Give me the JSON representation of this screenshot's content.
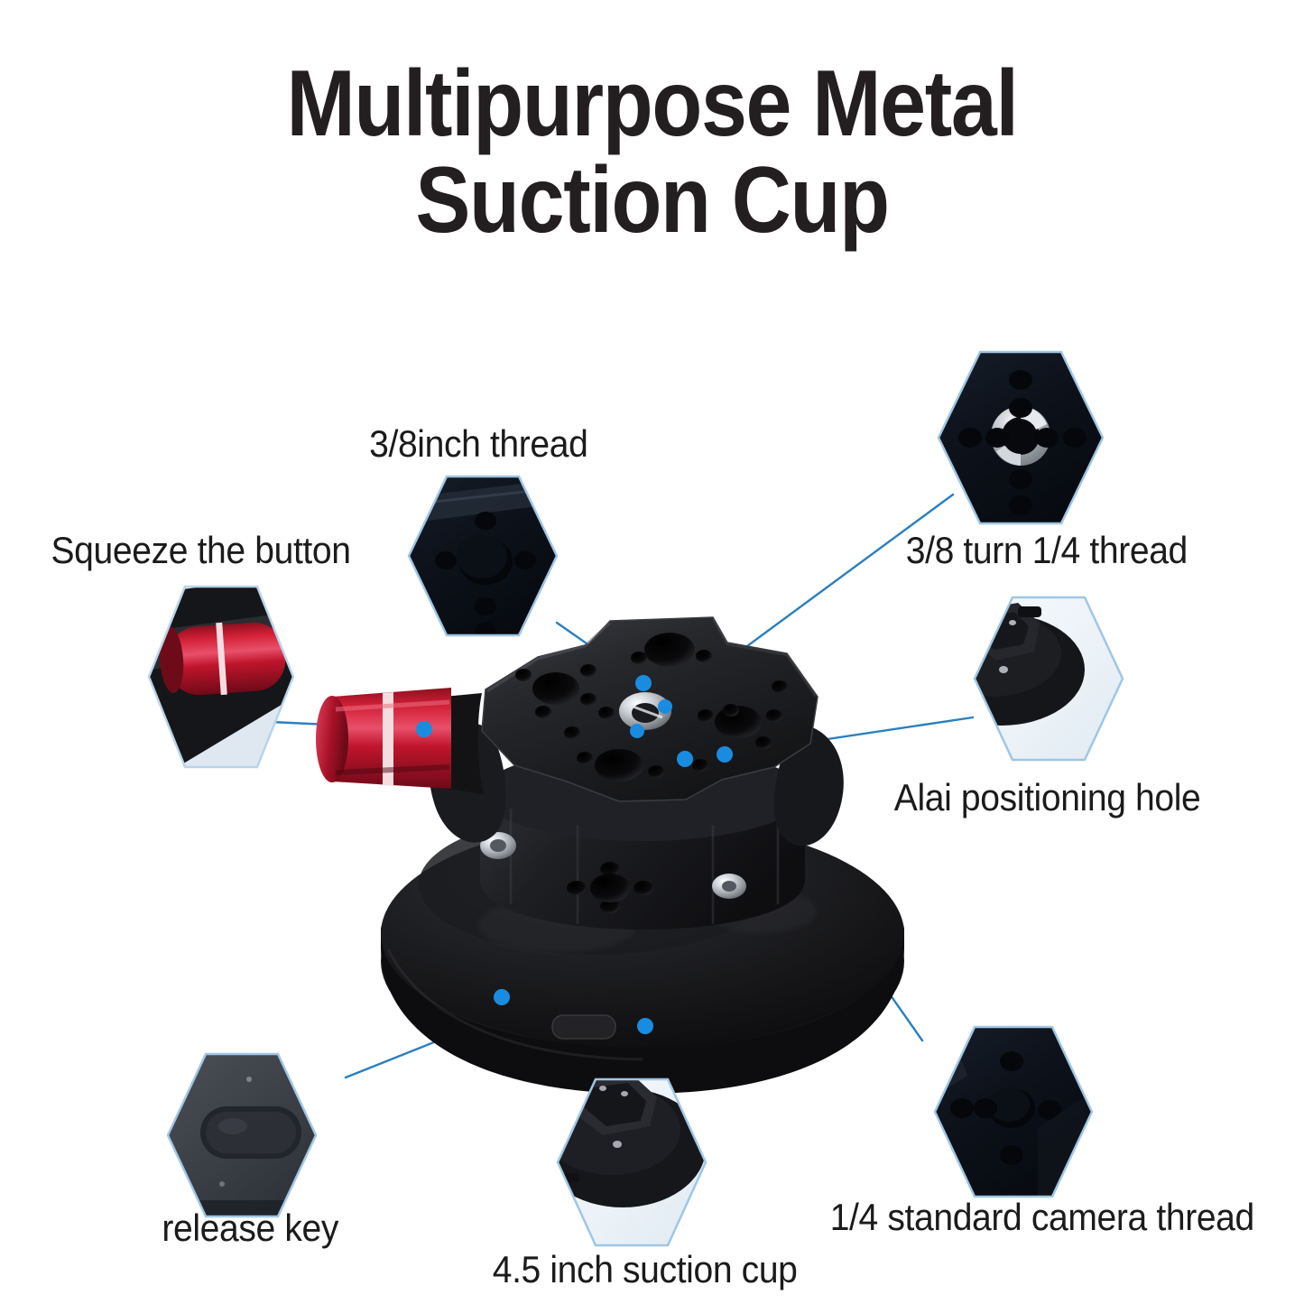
{
  "title": {
    "line1": "Multipurpose Metal",
    "line2": "Suction Cup"
  },
  "colors": {
    "accent_blue": "#1a8ce0",
    "leader_line": "#2a7fbf",
    "text": "#1b1b1b",
    "product_black": "#1c1c1e",
    "handle_red": "#c0152c",
    "hex_light": "#eef3f8",
    "hex_dark": "#0c1119",
    "background": "#ffffff"
  },
  "callouts": [
    {
      "id": "squeeze-the-button",
      "label": "Squeeze the button",
      "icon": "red-pump-button-icon",
      "hex_style": "dark",
      "position": "left-upper"
    },
    {
      "id": "thread-3-8-inch",
      "label": "3/8inch thread",
      "icon": "hex-thread-plate-icon",
      "hex_style": "dark",
      "position": "top-left"
    },
    {
      "id": "turn-3-8-to-1-4-thread",
      "label": "3/8 turn 1/4 thread",
      "icon": "thread-adapter-ring-icon",
      "hex_style": "dark",
      "position": "top-right"
    },
    {
      "id": "alai-positioning-hole",
      "label": "Alai positioning hole",
      "icon": "product-angle-view-icon",
      "hex_style": "light",
      "position": "right-upper"
    },
    {
      "id": "release-key",
      "label": "release key",
      "icon": "oval-release-tab-icon",
      "hex_style": "grey",
      "position": "bottom-left"
    },
    {
      "id": "suction-cup-4-5-inch",
      "label": "4.5 inch suction cup",
      "icon": "suction-cup-angle-icon",
      "hex_style": "light",
      "position": "bottom-center"
    },
    {
      "id": "camera-thread-1-4",
      "label": "1/4 standard camera thread",
      "icon": "hex-camera-thread-icon",
      "hex_style": "dark",
      "position": "bottom-right"
    }
  ],
  "product": {
    "name": "metal-suction-cup",
    "parts": [
      {
        "name": "top-mounting-plate",
        "color": "#1d1d20"
      },
      {
        "name": "center-screw",
        "color": "#c9cdd2"
      },
      {
        "name": "red-pump-handle",
        "color": "#c0152c"
      },
      {
        "name": "handle-white-band",
        "color": "#f3dde1"
      },
      {
        "name": "hex-body-block",
        "color": "#18181b"
      },
      {
        "name": "rubber-suction-base",
        "color": "#121214"
      },
      {
        "name": "release-tab-slot",
        "color": "#2a2a2e"
      },
      {
        "name": "side-screw-left",
        "color": "#b9bec4"
      },
      {
        "name": "side-screw-right",
        "color": "#b9bec4"
      }
    ]
  }
}
